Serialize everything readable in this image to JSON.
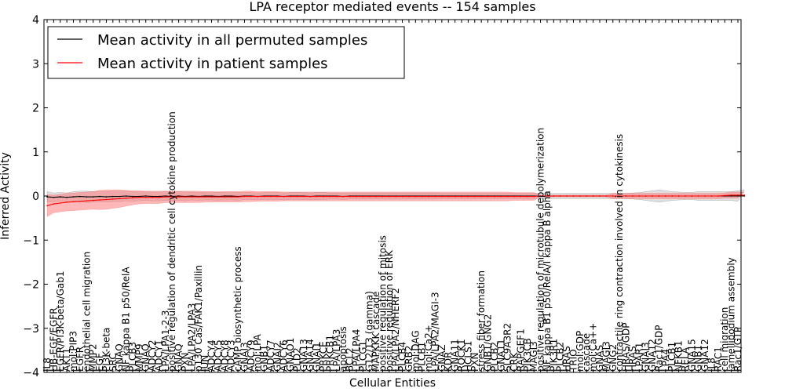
{
  "chart_data": {
    "type": "line",
    "title": "LPA receptor mediated events -- 154 samples",
    "xlabel": "Cellular Entities",
    "ylabel": "Inferred Activity",
    "ylim": [
      -4,
      4
    ],
    "yticks": [
      -4,
      -3,
      -2,
      -1,
      0,
      1,
      2,
      3,
      4
    ],
    "ytick_labels": [
      "−4",
      "−3",
      "−2",
      "−1",
      "0",
      "1",
      "2",
      "3",
      "4"
    ],
    "grid": false,
    "legend_position": "top-left",
    "categories": [
      "IL8",
      "HB-EGF/EGFR",
      "EGFR/PI3K-beta/Gab1",
      "AKT1",
      "mol:PIP3",
      "EGFR",
      "endothelial cell migration",
      "MMP2",
      "EGF",
      "PI3K-beta",
      "SRC",
      "GNAQ",
      "NF kappa B1 p50/RelA",
      "PLCB3",
      "MMP9",
      "GNAQ",
      "ADCY2",
      "ADCY1",
      "LPA/LPA1-2-3",
      "positive regulation of dendritic cell cytokine production",
      "GNAQ",
      "PXN",
      "LPA/LPA2/LPA3",
      "p130 Cas/FAK1/Paxillin",
      "JUN",
      "ADCY4",
      "ADCY5",
      "ADCY8",
      "ADCY3",
      "cAMP biosynthetic process",
      "GNAI3",
      "ADCY9",
      "mol:LPA",
      "GNB1",
      "ADCY7",
      "GNAI2",
      "ADCY6",
      "GNAO1",
      "PLD2",
      "GNA13",
      "GNA14",
      "GNAI1",
      "PRKCE",
      "PRKCB1",
      "LPA/LPA3",
      "apoptosis",
      "BCL2",
      "LPA/LPA4",
      "PLCG1",
      "G12/13 (gamma)",
      "MAPKKK cascade",
      "positive regulation of mitosis",
      "positive regulation of ERK",
      "LPA/LPA2/NHERF2",
      "PLCB4",
      "GRB2",
      "mol:DAG",
      "PLCB1",
      "mol:Ca2+",
      "LPA/LPA2/MAGI-3",
      "GNAZ",
      "KDR",
      "GNA11",
      "ROCK1",
      "HCLS1",
      "PXN",
      "stress fiber formation",
      "GNB1/GNG2",
      "PLCB2",
      "GNA11",
      "SLC9A3R2",
      "CRK",
      "RAPGEF1",
      "PIK3CB",
      "MAGI3",
      "positive regulation of microtubule depolymerization",
      "NF kappa B1 p50/RelA/I kappa B alpha",
      "PIK3R1",
      "PLCB2",
      "HRAS",
      "TRIO",
      "mol:GDP",
      "cascade",
      "mol:Ca++",
      "GNAS",
      "MAGI3",
      "GNG2",
      "contractile ring contraction involved in cytokinesis",
      "HRAS/GDP",
      "HRAS",
      "LPAR1",
      "GNAI3",
      "GNA12",
      "Rac1/GDP",
      "LPA4",
      "PLCB1",
      "NFKB1",
      "RELA",
      "GNA15",
      "GNB1",
      "GNA12",
      "IL8",
      "RAC1",
      "cell migration",
      "lamellipodium assembly",
      "Rac1/GTP"
    ],
    "series": [
      {
        "name": "Mean activity in all permuted samples",
        "color": "#000000",
        "band_color": "#b0b0b0",
        "values": [
          -0.02,
          -0.03,
          -0.02,
          -0.03,
          -0.02,
          -0.01,
          -0.02,
          -0.02,
          -0.01,
          -0.02,
          -0.01,
          -0.01,
          0.0,
          -0.01,
          -0.01,
          0.0,
          -0.01,
          -0.01,
          0.0,
          -0.01,
          0.0,
          -0.01,
          0.0,
          -0.01,
          0.0,
          0.0,
          -0.01,
          0.0,
          0.0,
          -0.01,
          0.0,
          0.0,
          -0.01,
          0.0,
          0.0,
          0.0,
          -0.01,
          0.0,
          0.0,
          0.0,
          -0.01,
          0.0,
          0.0,
          0.0,
          0.0,
          -0.01,
          0.0,
          0.0,
          0.0,
          0.0,
          0.0,
          0.0,
          0.0,
          0.0,
          0.0,
          0.0,
          0.0,
          0.0,
          0.0,
          0.0,
          0.0,
          0.0,
          0.0,
          0.0,
          0.0,
          0.0,
          0.0,
          0.0,
          0.0,
          0.0,
          0.0,
          0.0,
          0.0,
          0.0,
          0.0,
          0.0,
          0.0,
          0.0,
          0.0,
          0.0,
          0.0,
          0.0,
          0.0,
          0.0,
          0.0,
          0.0,
          0.0,
          0.0,
          0.0,
          0.0,
          0.0,
          0.0,
          0.0,
          0.0,
          0.0,
          0.0,
          0.0,
          0.0,
          0.0,
          0.0,
          0.0,
          0.0,
          0.0,
          0.0,
          0.0,
          0.0,
          0.0
        ],
        "band": [
          0.12,
          0.1,
          0.1,
          0.1,
          0.12,
          0.12,
          0.13,
          0.12,
          0.12,
          0.12,
          0.12,
          0.12,
          0.11,
          0.11,
          0.1,
          0.1,
          0.1,
          0.1,
          0.1,
          0.1,
          0.1,
          0.1,
          0.09,
          0.09,
          0.09,
          0.09,
          0.09,
          0.09,
          0.09,
          0.09,
          0.08,
          0.08,
          0.08,
          0.08,
          0.08,
          0.08,
          0.08,
          0.08,
          0.08,
          0.08,
          0.08,
          0.08,
          0.08,
          0.07,
          0.07,
          0.07,
          0.07,
          0.07,
          0.07,
          0.07,
          0.07,
          0.07,
          0.07,
          0.07,
          0.07,
          0.07,
          0.07,
          0.07,
          0.07,
          0.07,
          0.06,
          0.06,
          0.06,
          0.06,
          0.06,
          0.06,
          0.06,
          0.06,
          0.06,
          0.06,
          0.06,
          0.06,
          0.06,
          0.06,
          0.06,
          0.06,
          0.06,
          0.06,
          0.06,
          0.06,
          0.06,
          0.06,
          0.06,
          0.06,
          0.06,
          0.06,
          0.06,
          0.06,
          0.06,
          0.07,
          0.08,
          0.1,
          0.12,
          0.14,
          0.12,
          0.1,
          0.09,
          0.08,
          0.08,
          0.1,
          0.1,
          0.1,
          0.1,
          0.1,
          0.1,
          0.12,
          0.14
        ]
      },
      {
        "name": "Mean activity in patient samples",
        "color": "#ff0000",
        "band_color": "#ff7070",
        "values": [
          -0.22,
          -0.18,
          -0.16,
          -0.14,
          -0.13,
          -0.12,
          -0.11,
          -0.1,
          -0.09,
          -0.08,
          -0.07,
          -0.06,
          -0.05,
          -0.04,
          -0.03,
          -0.03,
          -0.03,
          -0.03,
          -0.02,
          -0.02,
          -0.02,
          -0.02,
          -0.02,
          -0.02,
          -0.02,
          -0.02,
          -0.02,
          -0.02,
          -0.02,
          -0.02,
          -0.01,
          -0.01,
          -0.01,
          -0.01,
          -0.01,
          -0.01,
          -0.01,
          -0.01,
          -0.01,
          -0.01,
          -0.01,
          -0.01,
          -0.01,
          -0.01,
          -0.01,
          -0.01,
          -0.01,
          -0.01,
          -0.01,
          -0.01,
          -0.01,
          -0.01,
          -0.01,
          -0.01,
          -0.01,
          -0.01,
          -0.01,
          -0.01,
          -0.01,
          -0.01,
          -0.01,
          -0.01,
          -0.01,
          -0.01,
          -0.01,
          -0.01,
          -0.01,
          -0.01,
          -0.01,
          -0.01,
          -0.01,
          -0.01,
          -0.01,
          -0.01,
          -0.01,
          0.0,
          0.0,
          0.0,
          0.0,
          0.0,
          0.0,
          0.0,
          0.0,
          0.0,
          0.0,
          0.0,
          0.0,
          0.0,
          0.0,
          0.0,
          0.0,
          0.0,
          0.0,
          0.0,
          0.0,
          0.0,
          0.0,
          0.0,
          0.0,
          0.0,
          0.0,
          0.0,
          0.0,
          0.01,
          0.02,
          0.02,
          0.02
        ],
        "band": [
          0.25,
          0.2,
          0.2,
          0.2,
          0.2,
          0.2,
          0.2,
          0.2,
          0.22,
          0.22,
          0.21,
          0.2,
          0.18,
          0.16,
          0.15,
          0.14,
          0.14,
          0.14,
          0.13,
          0.13,
          0.13,
          0.13,
          0.13,
          0.13,
          0.12,
          0.12,
          0.12,
          0.12,
          0.12,
          0.12,
          0.12,
          0.12,
          0.11,
          0.11,
          0.11,
          0.11,
          0.1,
          0.1,
          0.1,
          0.1,
          0.1,
          0.1,
          0.1,
          0.1,
          0.1,
          0.1,
          0.1,
          0.1,
          0.1,
          0.1,
          0.1,
          0.1,
          0.1,
          0.1,
          0.1,
          0.1,
          0.1,
          0.1,
          0.1,
          0.1,
          0.1,
          0.1,
          0.1,
          0.1,
          0.1,
          0.1,
          0.1,
          0.1,
          0.1,
          0.1,
          0.1,
          0.09,
          0.09,
          0.09,
          0.09,
          0.02,
          0.02,
          0.02,
          0.02,
          0.02,
          0.02,
          0.02,
          0.02,
          0.02,
          0.02,
          0.02,
          0.06,
          0.06,
          0.06,
          0.06,
          0.06,
          0.06,
          0.06,
          0.06,
          0.06,
          0.06,
          0.06,
          0.06,
          0.06,
          0.06,
          0.06,
          0.06,
          0.06,
          0.06,
          0.07,
          0.07,
          0.07
        ]
      }
    ]
  }
}
